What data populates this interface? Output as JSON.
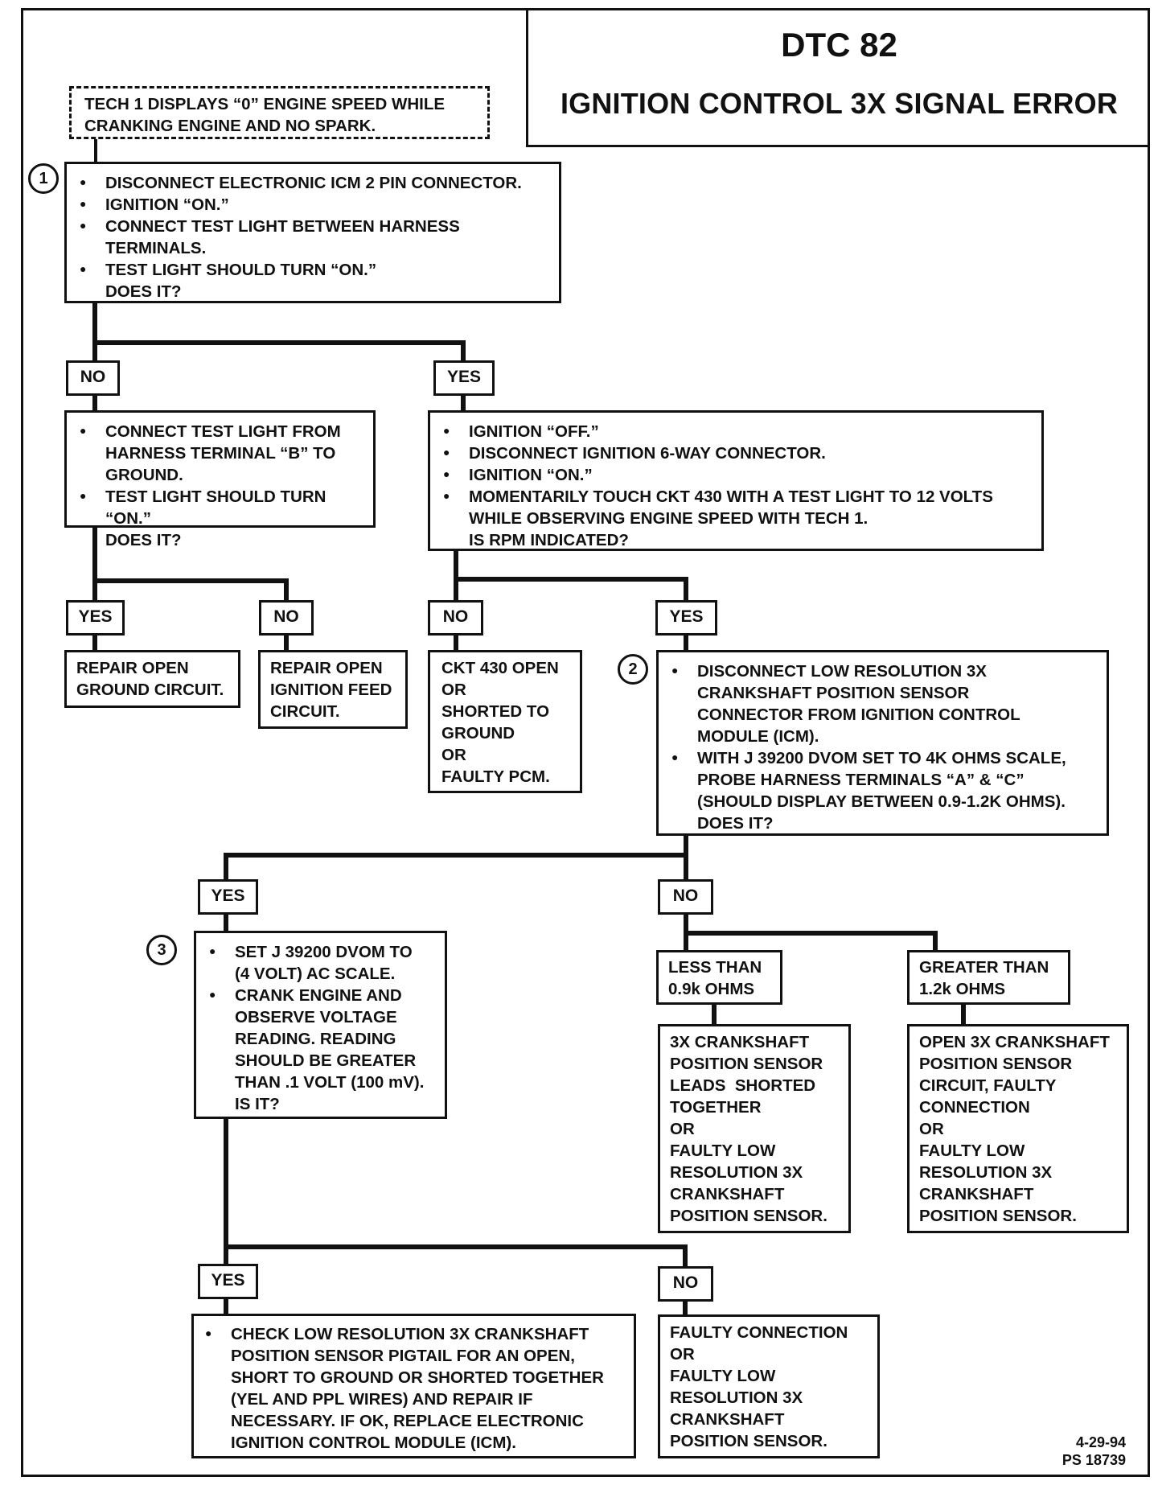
{
  "title": {
    "code": "DTC 82",
    "subtitle": "IGNITION CONTROL 3X SIGNAL ERROR"
  },
  "start": {
    "lines": [
      "TECH 1 DISPLAYS “0” ENGINE SPEED WHILE",
      "CRANKING ENGINE AND NO SPARK."
    ]
  },
  "steps": {
    "s1": {
      "number": "1",
      "bullets": [
        "DISCONNECT ELECTRONIC ICM 2 PIN CONNECTOR.",
        "IGNITION “ON.”",
        "CONNECT TEST LIGHT BETWEEN HARNESS\nTERMINALS.",
        "TEST LIGHT SHOULD TURN “ON.”\nDOES IT?"
      ]
    },
    "s1_no": {
      "bullets": [
        "CONNECT TEST LIGHT  FROM\nHARNESS TERMINAL “B” TO\nGROUND.",
        "TEST LIGHT SHOULD TURN “ON.”\nDOES IT?"
      ]
    },
    "s1_yes": {
      "bullets": [
        "IGNITION “OFF.”",
        "DISCONNECT IGNITION 6-WAY CONNECTOR.",
        "IGNITION “ON.”",
        "MOMENTARILY TOUCH CKT 430 WITH A TEST LIGHT TO 12 VOLTS\nWHILE OBSERVING ENGINE SPEED WITH TECH 1.\nIS RPM INDICATED?"
      ]
    },
    "s2": {
      "number": "2",
      "bullets": [
        "DISCONNECT LOW RESOLUTION 3X\nCRANKSHAFT POSITION SENSOR\nCONNECTOR FROM IGNITION CONTROL\nMODULE (ICM).",
        "WITH J 39200 DVOM SET TO 4K OHMS SCALE,\nPROBE HARNESS TERMINALS “A” & “C”\n(SHOULD DISPLAY BETWEEN 0.9-1.2K OHMS).\nDOES IT?"
      ]
    },
    "s3": {
      "number": "3",
      "bullets": [
        "SET J 39200 DVOM  TO\n(4 VOLT) AC SCALE.",
        "CRANK ENGINE AND\nOBSERVE VOLTAGE\nREADING.  READING\nSHOULD BE GREATER\nTHAN .1 VOLT (100 mV).\nIS IT?"
      ]
    },
    "s3_yes": {
      "bullets": [
        "CHECK LOW RESOLUTION 3X CRANKSHAFT\nPOSITION SENSOR PIGTAIL FOR AN OPEN,\nSHORT TO GROUND OR SHORTED TOGETHER\n(YEL AND PPL WIRES) AND REPAIR IF\nNECESSARY.  IF OK, REPLACE ELECTRONIC\nIGNITION CONTROL MODULE (ICM)."
      ]
    }
  },
  "results": {
    "repair_ground": [
      "REPAIR OPEN",
      "GROUND CIRCUIT."
    ],
    "repair_feed": [
      "REPAIR OPEN",
      "IGNITION FEED",
      "CIRCUIT."
    ],
    "ckt430": [
      "CKT 430 OPEN",
      "OR",
      "SHORTED TO",
      "GROUND",
      "OR",
      "FAULTY PCM."
    ],
    "less_than": [
      "LESS THAN",
      "0.9k OHMS"
    ],
    "greater_than": [
      "GREATER THAN",
      "1.2k OHMS"
    ],
    "shorted": [
      "3X CRANKSHAFT",
      "POSITION SENSOR",
      "LEADS  SHORTED",
      "TOGETHER",
      "OR",
      "FAULTY LOW",
      "RESOLUTION 3X",
      "CRANKSHAFT",
      "POSITION SENSOR."
    ],
    "open": [
      "OPEN 3X CRANKSHAFT",
      "POSITION SENSOR",
      "CIRCUIT, FAULTY",
      "CONNECTION",
      "OR",
      "FAULTY LOW",
      "RESOLUTION 3X",
      "CRANKSHAFT",
      "POSITION SENSOR."
    ],
    "faulty": [
      "FAULTY CONNECTION",
      "OR",
      "FAULTY LOW",
      "RESOLUTION 3X",
      "CRANKSHAFT",
      "POSITION SENSOR."
    ]
  },
  "labels": {
    "yes": "YES",
    "no": "NO"
  },
  "footer": {
    "date": "4-29-94",
    "ref": "PS 18739"
  }
}
